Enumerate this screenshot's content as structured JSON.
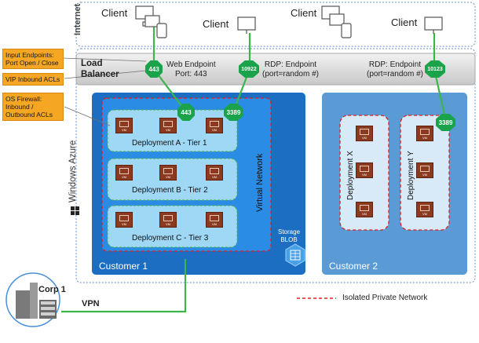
{
  "labels": {
    "internet": "Internet",
    "windows_azure": "Windows Azure",
    "load_balancer": "Load\nBalancer",
    "web_endpoint": "Web Endpoint\nPort: 443",
    "rdp_endpoint_1": "RDP: Endpoint\n(port=random #)",
    "rdp_endpoint_2": "RDP: Endpoint\n(port=random #)",
    "virtual_network": "Virtual Network",
    "storage_blob": "Storage\nBLOB",
    "customer1": "Customer 1",
    "customer2": "Customer 2",
    "corp1": "Corp 1",
    "vpn": "VPN",
    "isolated_network": "Isolated Private Network"
  },
  "clients": [
    "Client",
    "Client",
    "Client",
    "Client"
  ],
  "callouts": [
    "Input Endpoints:\nPort Open / Close",
    "VIP Inbound ACLs",
    "OS Firewall:\nInbound /\nOutbound ACLs"
  ],
  "ports": {
    "lb_443": "443",
    "lb_10922": "10922",
    "lb_10123": "10123",
    "tier1_443": "443",
    "tier1_3389": "3389",
    "depY_3389": "3389"
  },
  "deployments": {
    "tier1": "Deployment A - Tier 1",
    "tier2": "Deployment B - Tier 2",
    "tier3": "Deployment C - Tier 3",
    "x": "Deployment X",
    "y": "Deployment Y"
  },
  "vm_label": "VM",
  "colors": {
    "customer1": "#1b6ec2",
    "customer2": "#5b9bd5",
    "port_green": "#1aa34a",
    "callout_orange": "#f5a623",
    "isolated_red": "#e02020"
  }
}
